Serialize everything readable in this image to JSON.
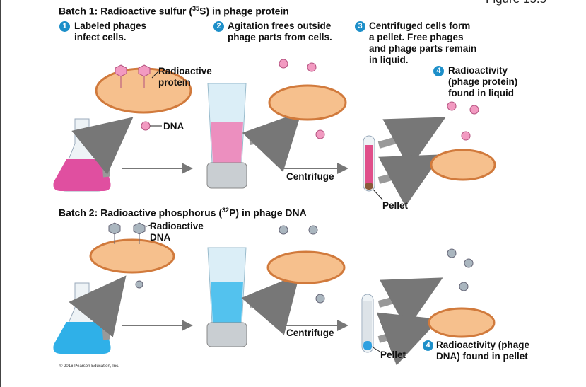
{
  "figure_label": "Figure 13.5",
  "batch1": {
    "title_pre": "Batch 1: Radioactive sulfur (",
    "isotope_mass": "35",
    "isotope_symbol": "S",
    "title_post": ") in phage protein",
    "steps": [
      {
        "num": "1",
        "lines": [
          "Labeled phages",
          "infect cells."
        ]
      },
      {
        "num": "2",
        "lines": [
          "Agitation frees outside",
          "phage parts from cells."
        ]
      },
      {
        "num": "3",
        "lines": [
          "Centrifuged cells form",
          "a pellet. Free phages",
          "and phage parts remain",
          "in liquid."
        ]
      },
      {
        "num": "4",
        "lines": [
          "Radioactivity",
          "(phage protein)",
          "found in liquid"
        ]
      }
    ],
    "labels": {
      "radioactive_protein": [
        "Radioactive",
        "protein"
      ],
      "dna": "DNA",
      "centrifuge": "Centrifuge",
      "pellet": "Pellet"
    },
    "color": "#e77fb0"
  },
  "batch2": {
    "title_pre": "Batch 2: Radioactive phosphorus (",
    "isotope_mass": "32",
    "isotope_symbol": "P",
    "title_post": ") in phage DNA",
    "labels": {
      "radioactive_dna": [
        "Radioactive",
        "DNA"
      ],
      "centrifuge": "Centrifuge",
      "pellet": "Pellet"
    },
    "step4": {
      "num": "4",
      "lines": [
        "Radioactivity  (phage",
        "DNA) found in pellet"
      ]
    },
    "color": "#3db5e6"
  },
  "copyright": "© 2016 Pearson Education, Inc."
}
